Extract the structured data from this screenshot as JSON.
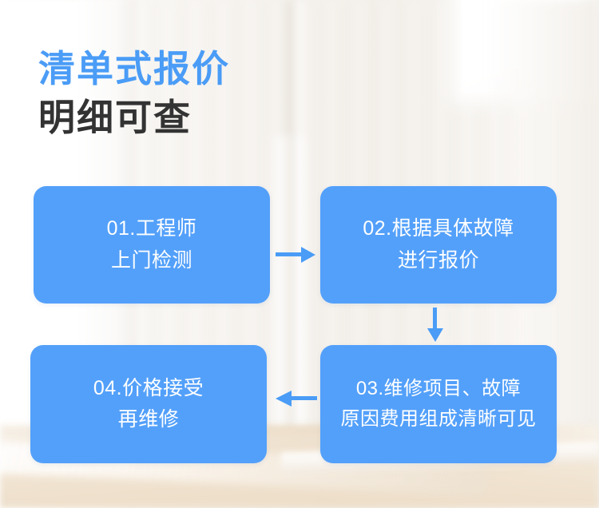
{
  "headline": {
    "line1": "清单式报价",
    "line2": "明细可查",
    "accent_color": "#4a9cf6",
    "dark_color": "#333333"
  },
  "theme": {
    "box_blue": "#53a0fa",
    "arrow_blue": "#4a9cf6",
    "box_text_color": "#ffffff",
    "background_wall": "#f6f3ef",
    "background_floor": "#ebd9c0"
  },
  "flow": {
    "steps": [
      {
        "id": "01",
        "line1": "01.工程师",
        "line2": "上门检测"
      },
      {
        "id": "02",
        "line1": "02.根据具体故障",
        "line2": "进行报价"
      },
      {
        "id": "03",
        "line1": "03.维修项目、故障",
        "line2": "原因费用组成清晰可见"
      },
      {
        "id": "04",
        "line1": "04.价格接受",
        "line2": "再维修"
      }
    ],
    "connectors": [
      {
        "id": "c1",
        "icon": "arrow-right-icon",
        "from": "01",
        "to": "02"
      },
      {
        "id": "c2",
        "icon": "arrow-down-icon",
        "from": "02",
        "to": "03"
      },
      {
        "id": "c3",
        "icon": "arrow-left-icon",
        "from": "03",
        "to": "04"
      }
    ]
  }
}
